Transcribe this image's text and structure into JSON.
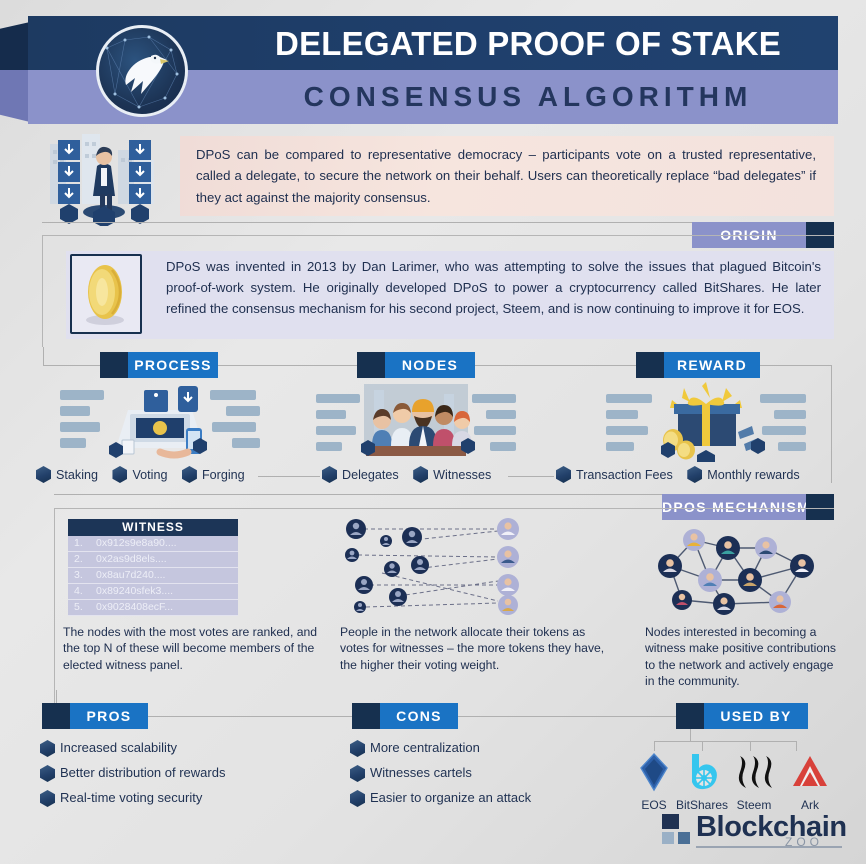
{
  "header": {
    "title": "DELEGATED PROOF OF STAKE",
    "subtitle": "CONSENSUS ALGORITHM",
    "logo_icon": "dove-network-icon"
  },
  "intro": {
    "text": "DPoS can be compared to representative democracy – participants vote on a trusted representative, called a delegate, to secure the network on their behalf. Users can theoretically replace “bad delegates” if they act against the majority consensus."
  },
  "origin": {
    "badge": "ORIGIN",
    "icon": "gold-coin-icon",
    "text": "DPoS was invented in 2013 by Dan Larimer, who was attempting to solve the issues that plagued Bitcoin's proof-of-work system. He originally developed DPoS to power a cryptocurrency called BitShares. He later refined the consensus mechanism for his second project, Steem, and is now continuing to improve it for EOS."
  },
  "pillars": [
    {
      "badge": "PROCESS",
      "illustration": "laptop-devices-icon",
      "items": [
        "Staking",
        "Voting",
        "Forging"
      ]
    },
    {
      "badge": "NODES",
      "illustration": "people-group-icon",
      "items": [
        "Delegates",
        "Witnesses"
      ]
    },
    {
      "badge": "REWARD",
      "illustration": "gift-coins-icon",
      "items": [
        "Transaction Fees",
        "Monthly rewards"
      ]
    }
  ],
  "mechanism": {
    "badge": "DPOS MECHANISM",
    "witness_table": {
      "header": "WITNESS",
      "rows": [
        {
          "n": "1.",
          "address": "0x912s9e8a90...."
        },
        {
          "n": "2.",
          "address": "0x2as9d8els...."
        },
        {
          "n": "3.",
          "address": "0x8au7d240...."
        },
        {
          "n": "4.",
          "address": "0x89240sfek3...."
        },
        {
          "n": "5.",
          "address": "0x9028408ecF..."
        }
      ]
    },
    "columns": [
      {
        "visual": "witness-ranking-table",
        "text": "The nodes with the most votes are ranked, and the top N of these will become members of the elected witness panel."
      },
      {
        "visual": "token-vote-allocation-diagram",
        "text": "People in the network allocate their tokens as votes for witnesses – the more tokens they have, the higher their voting weight."
      },
      {
        "visual": "node-mesh-network-diagram",
        "text": "Nodes interested in becoming a witness make positive contributions to the network and actively engage in the community."
      }
    ]
  },
  "pros": {
    "badge": "PROS",
    "items": [
      "Increased scalability",
      "Better distribution of rewards",
      "Real-time voting security"
    ]
  },
  "cons": {
    "badge": "CONS",
    "items": [
      "More centralization",
      "Witnesses cartels",
      "Easier to organize an attack"
    ]
  },
  "used_by": {
    "badge": "USED BY",
    "logos": [
      {
        "name": "EOS",
        "icon": "eos-logo-icon",
        "color": "#2c5fa8"
      },
      {
        "name": "BitShares",
        "icon": "bitshares-logo-icon",
        "color": "#35c6ee"
      },
      {
        "name": "Steem",
        "icon": "steem-logo-icon",
        "color": "#111111"
      },
      {
        "name": "Ark",
        "icon": "ark-logo-icon",
        "color": "#d8413a"
      }
    ]
  },
  "footer": {
    "brand": "Blockchain",
    "sub": "ZOO",
    "icon": "blockchain-zoo-logo-icon"
  },
  "colors": {
    "header_navy": "#1f3f6c",
    "header_periwinkle": "#8b92ca",
    "badge_blue": "#1a73c4",
    "badge_navy": "#16304f",
    "intro_peach": "#f3e2dd",
    "origin_lavender": "#e0e0ef"
  }
}
